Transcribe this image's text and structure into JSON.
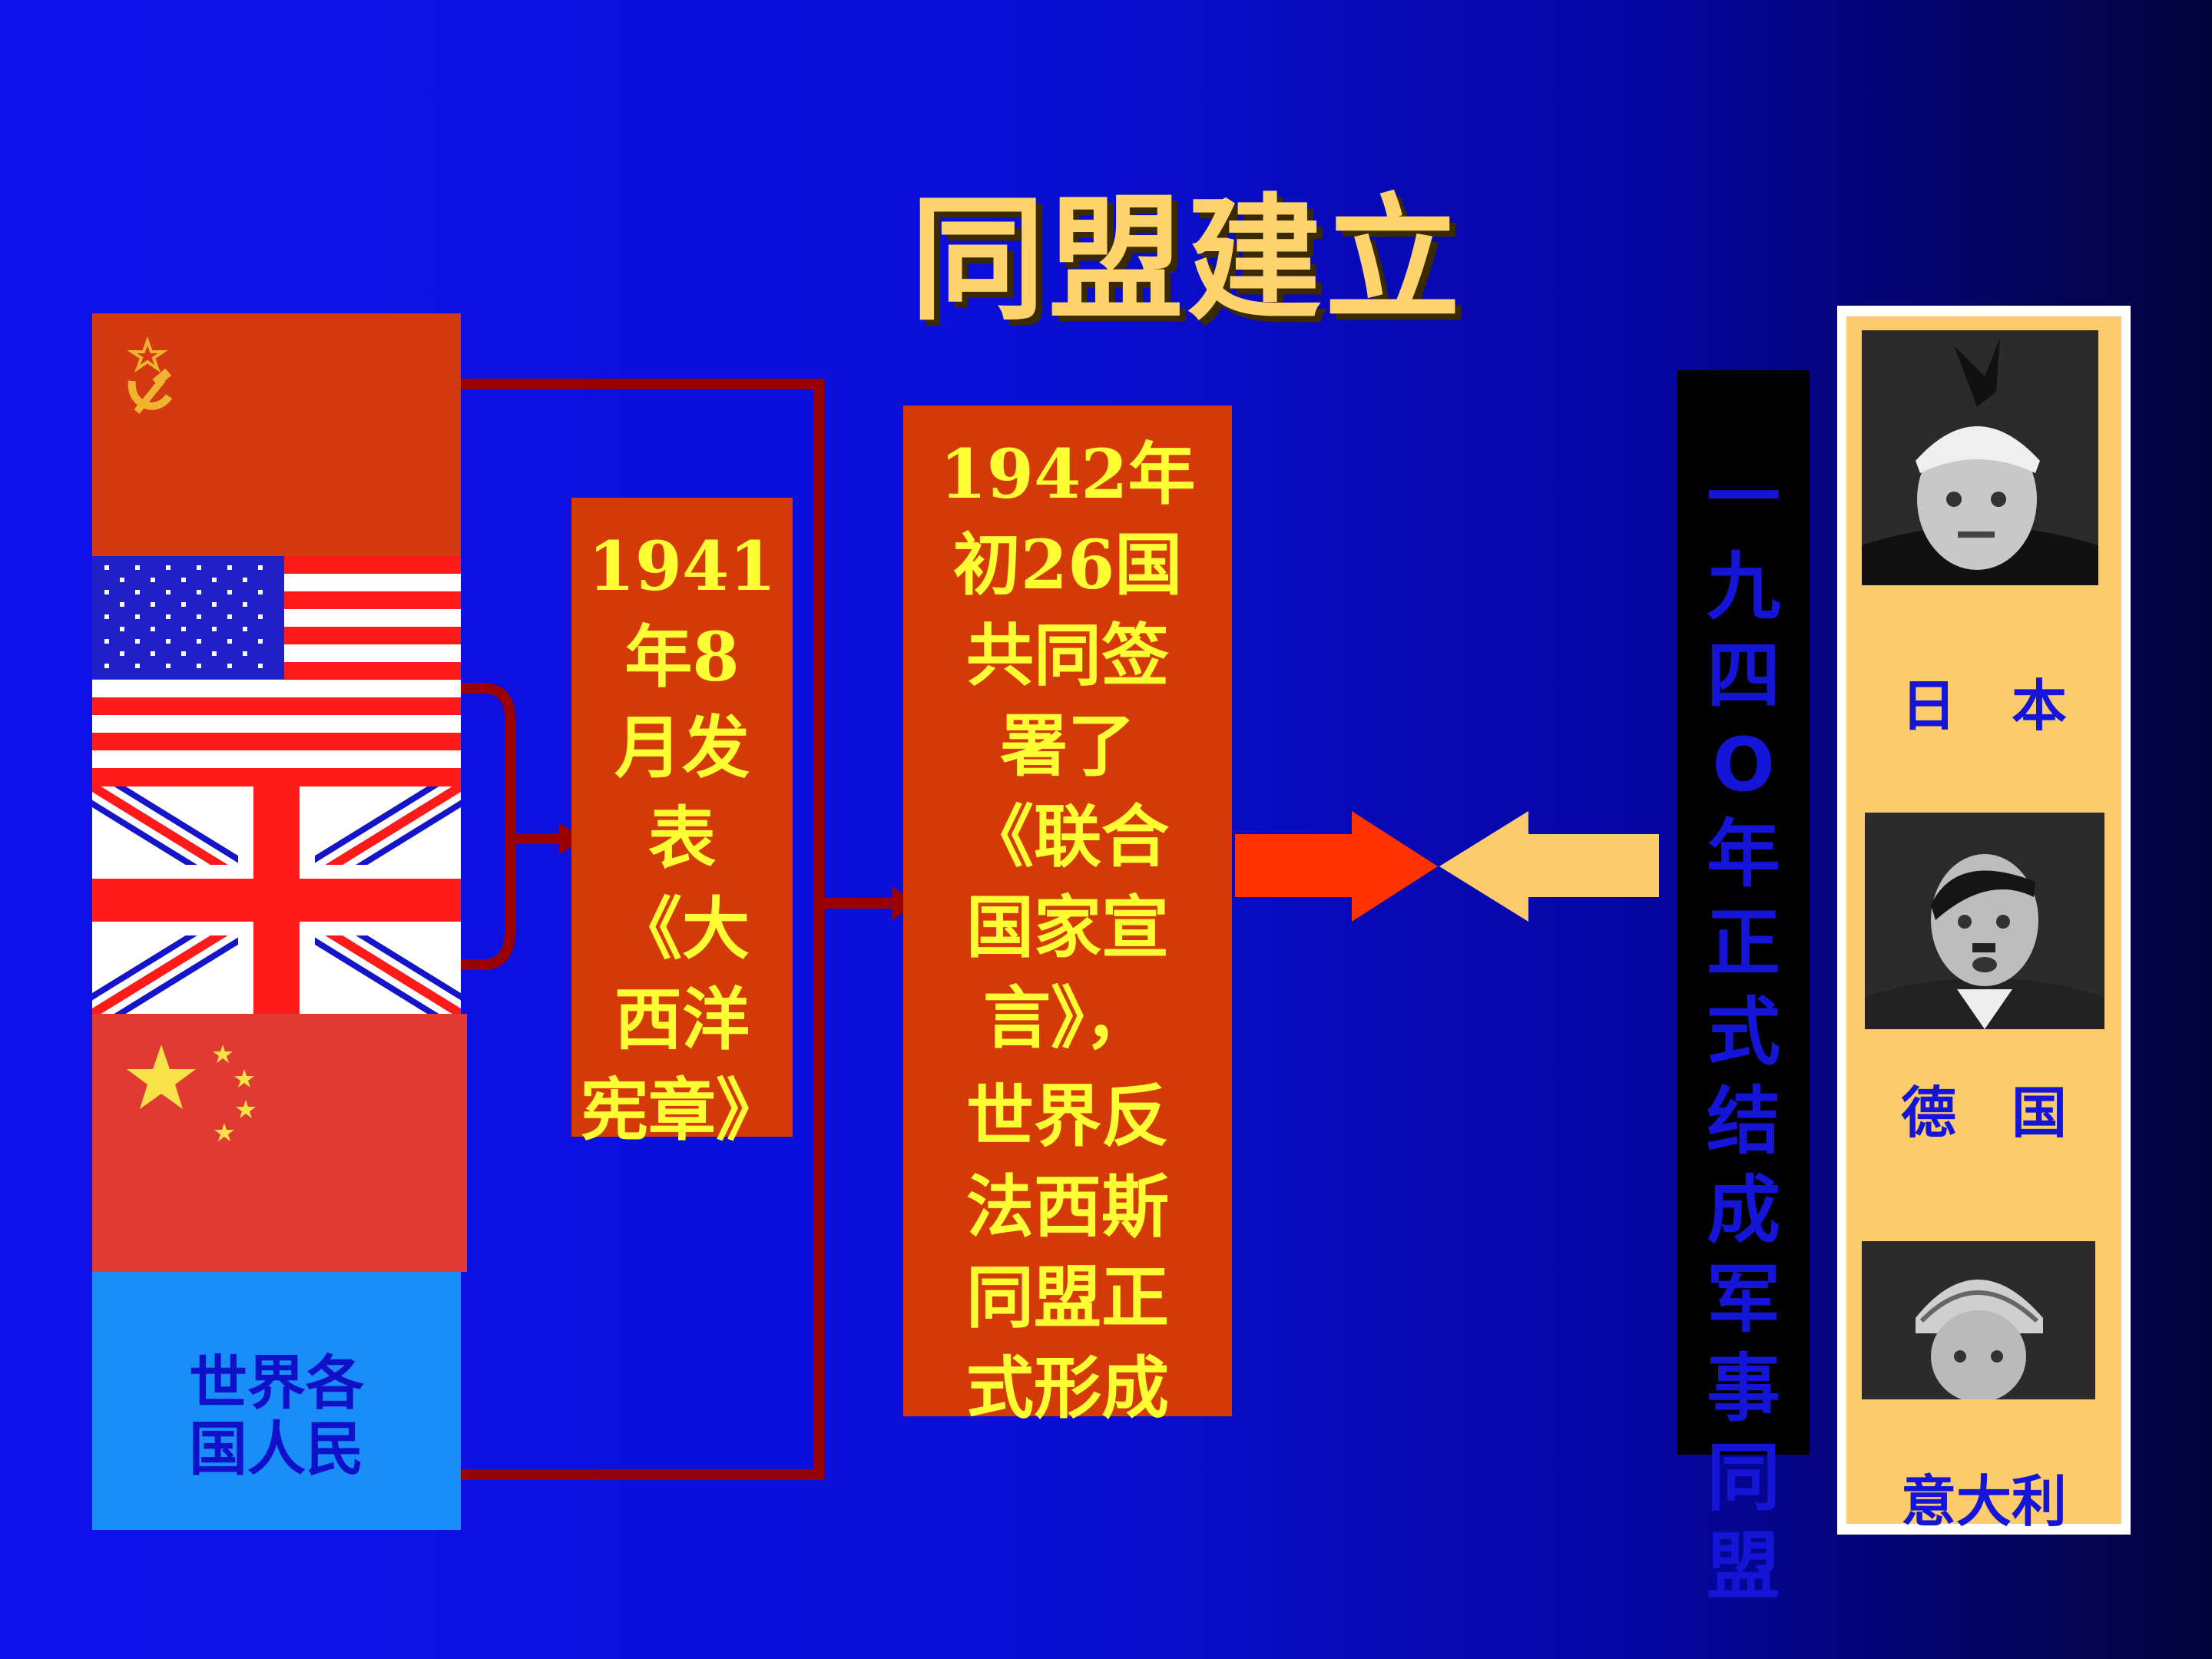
{
  "title": "同盟建立",
  "allies": {
    "flags": [
      "soviet-flag",
      "usa-flag",
      "uk-flag",
      "china-flag"
    ],
    "people_label": "世界各\n国人民",
    "charter_box": "1941\n年8\n月发\n表\n《大\n西洋\n宪章》",
    "declaration_box_line1": "1942年\n初26国\n共同签\n署了\n《联合\n国家宣\n言》，",
    "declaration_box_line2": "世界反\n法西斯\n同盟正\n式形成"
  },
  "axis": {
    "vertical_caption": "一九四O年正式结成军事同盟",
    "countries": [
      {
        "label": "日　本",
        "icon": "japan-leader-portrait"
      },
      {
        "label": "德　国",
        "icon": "germany-leader-portrait"
      },
      {
        "label": "意大利",
        "icon": "italy-leader-portrait"
      }
    ]
  },
  "colors": {
    "title": "#ffd36b",
    "box_red": "#d43a08",
    "box_text": "#ffff33",
    "connector": "#990000",
    "arrow_red": "#ff3300",
    "arrow_gold": "#fccb6c",
    "panel": "#fccb6c"
  }
}
